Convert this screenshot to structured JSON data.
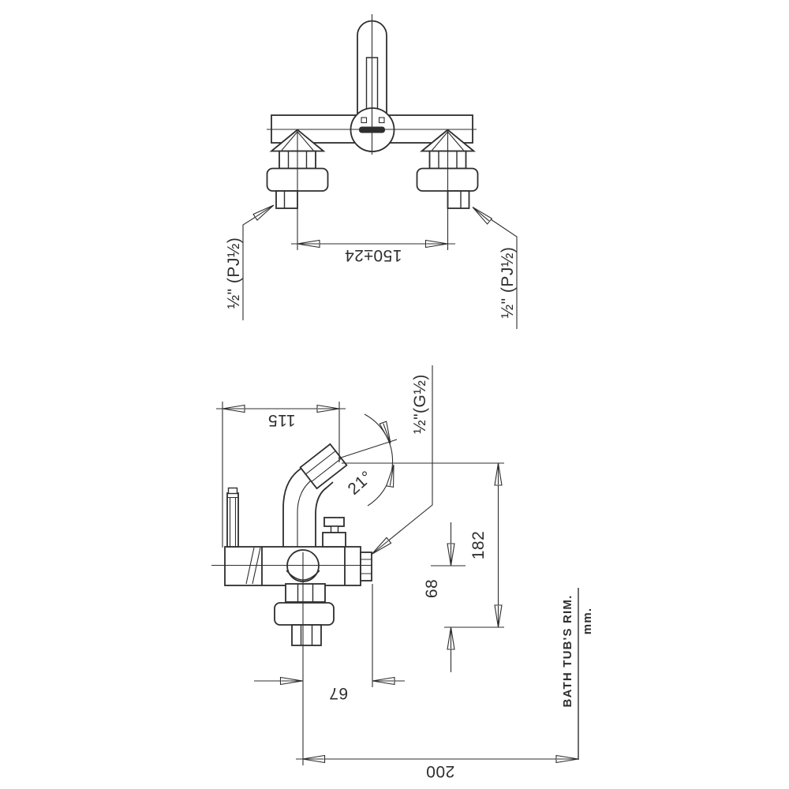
{
  "page": {
    "background": "#ffffff",
    "line_color": "#2e2e2e"
  },
  "front_view": {
    "center_distance_dim": "150±24",
    "left_inlet_label": "½\" (PJ½)",
    "right_inlet_label": "½\" (PJ½)"
  },
  "side_view": {
    "spout_reach_dim": "115",
    "spout_height_dim": "182",
    "outlet_height_dim": "68",
    "outlet_offset_dim": "67",
    "rim_distance_dim": "200",
    "spout_angle_dim": "21°",
    "outlet_thread_label": "½\"(G½)",
    "rim_reference_label": "BATH TUB'S RIM.",
    "units_label": "mm."
  }
}
